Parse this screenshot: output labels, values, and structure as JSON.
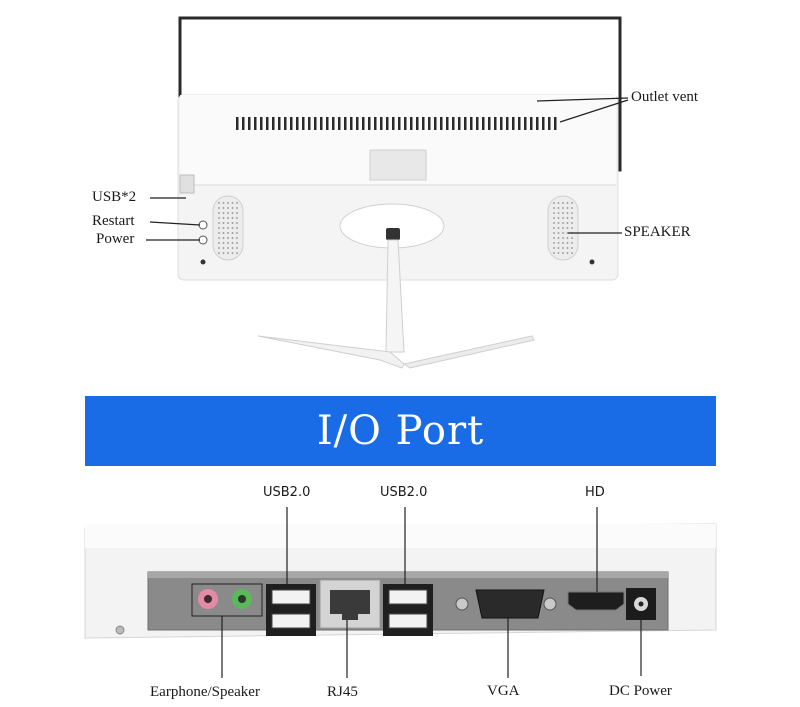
{
  "monitor_back": {
    "labels": {
      "outlet_vent": "Outlet vent",
      "usb": "USB*2",
      "restart": "Restart",
      "power": "Power",
      "speaker": "SPEAKER"
    }
  },
  "banner": {
    "title": "I/O Port",
    "color": "#1a6be6"
  },
  "io_panel": {
    "top_labels": {
      "usb_left": "USB2.0",
      "usb_right": "USB2.0",
      "hd": "HD"
    },
    "bottom_labels": {
      "earphone": "Earphone/Speaker",
      "rj45": "RJ45",
      "vga": "VGA",
      "dc_power": "DC Power"
    },
    "jack_colors": {
      "pink": "#e48aa5",
      "green": "#5bb85b"
    }
  }
}
